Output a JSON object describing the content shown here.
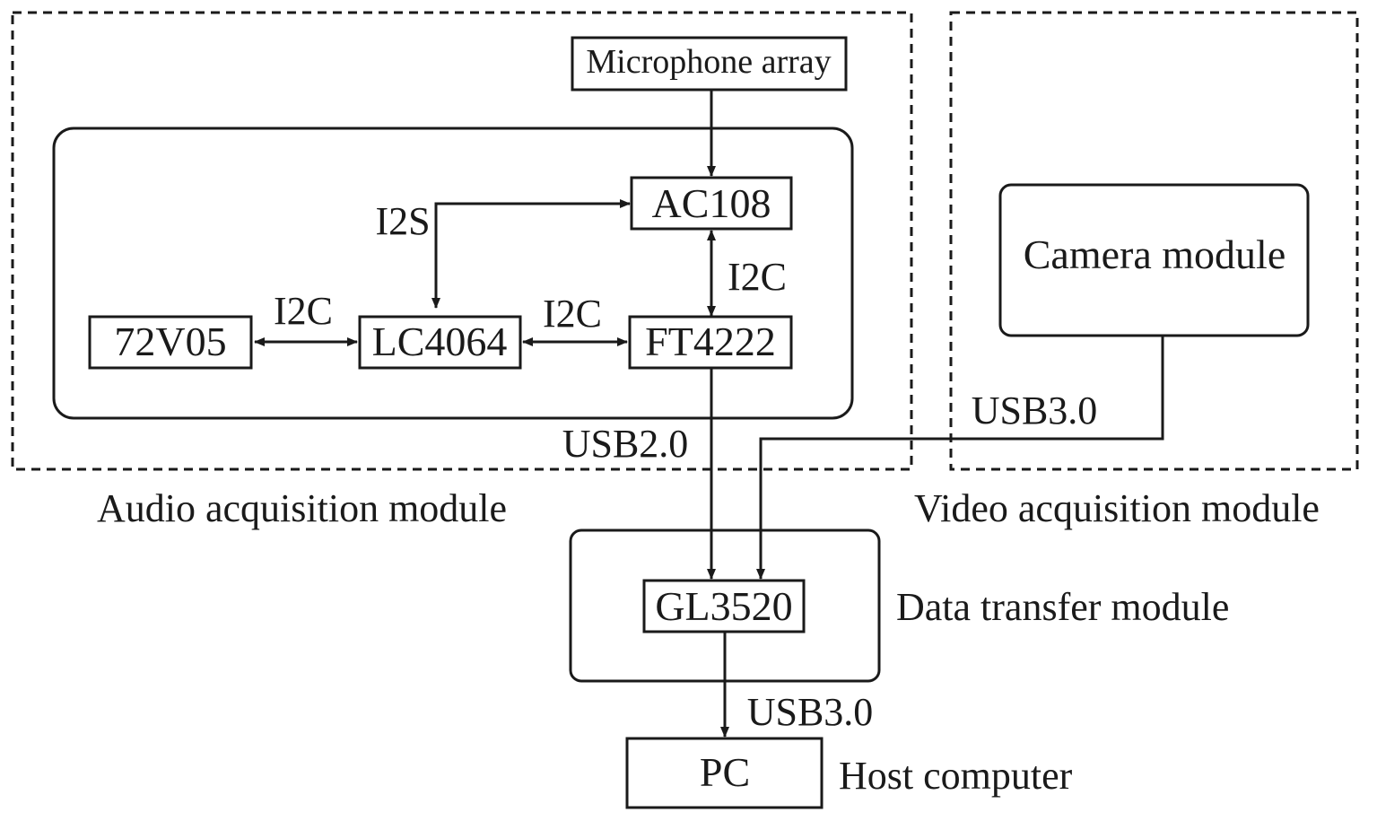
{
  "groups": {
    "audio": "Audio acquisition module",
    "video": "Video acquisition module",
    "transfer": "Data transfer module",
    "host": "Host computer"
  },
  "blocks": {
    "microphone_array": "Microphone array",
    "ac108": "AC108",
    "lc4064": "LC4064",
    "v72v05": "72V05",
    "ft4222": "FT4222",
    "camera_module": "Camera module",
    "gl3520": "GL3520",
    "pc": "PC"
  },
  "links": {
    "i2s": "I2S",
    "i2c_72v05_lc4064": "I2C",
    "i2c_lc4064_ft4222": "I2C",
    "i2c_ac108_ft4222": "I2C",
    "usb20": "USB2.0",
    "usb30_camera": "USB3.0",
    "usb30_pc": "USB3.0"
  }
}
